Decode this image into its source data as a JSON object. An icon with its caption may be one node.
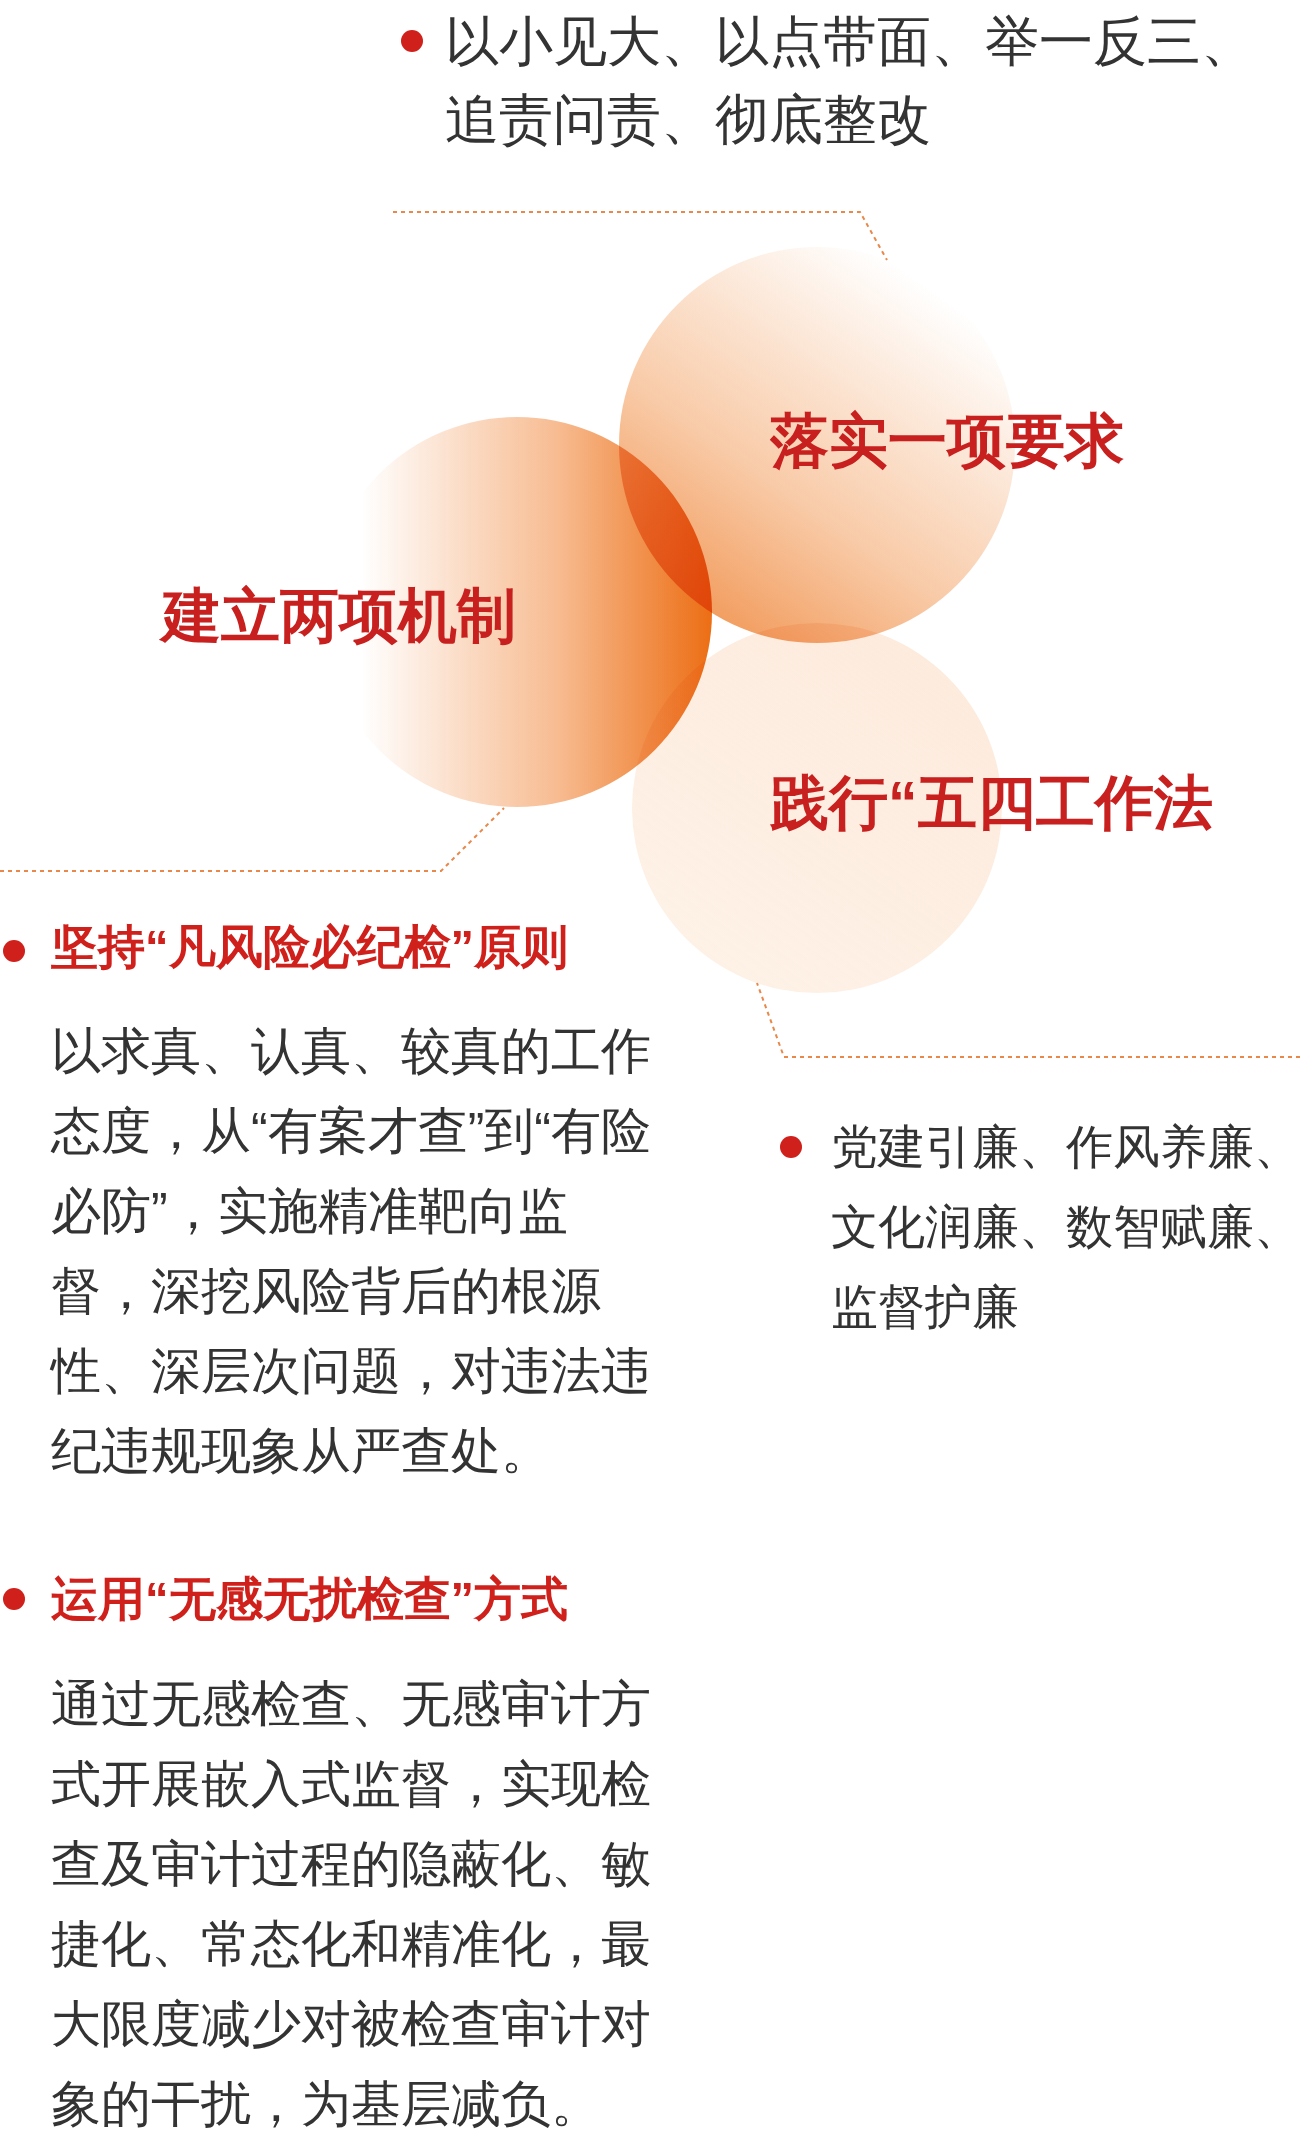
{
  "diagram": {
    "nodes": [
      {
        "text": [
          "落实一项要求"
        ]
      },
      {
        "text": [
          "建立两项机制"
        ]
      },
      {
        "text": [
          "践行“五四工作法"
        ]
      },
      {
        "text": [
          "以小见大、以点带面、举一反三、追责问责、彻底整改"
        ]
      },
      {
        "text": [
          "坚持“凡风险必纪检”原则",
          "以求真、认真、较真的工作态度，从“有案才查”到“有险必防”，实施精准靶向监督，深挖风险背后的根源性、深层次问题，对违法违纪违规现象从严查处。"
        ]
      },
      {
        "text": [
          "党建引廉、作风养廉、文化润廉、数智赋廉、监督护廉"
        ]
      },
      {
        "text": [
          "运用“无感无扰检查”方式",
          "通过无感检查、无感审计方式开展嵌入式监督，实现检查及审计过程的隐蔽化、敏捷化、常态化和精准化，最大限度减少对被检查审计对象的干扰，为基层减负。"
        ]
      }
    ],
    "edges": [
      {
        "from": 3,
        "to": 0,
        "arrow": "none",
        "style": "dashed"
      },
      {
        "from": 4,
        "to": 1,
        "arrow": "none",
        "style": "dashed"
      },
      {
        "from": 5,
        "to": 2,
        "arrow": "none",
        "style": "dashed"
      }
    ]
  }
}
